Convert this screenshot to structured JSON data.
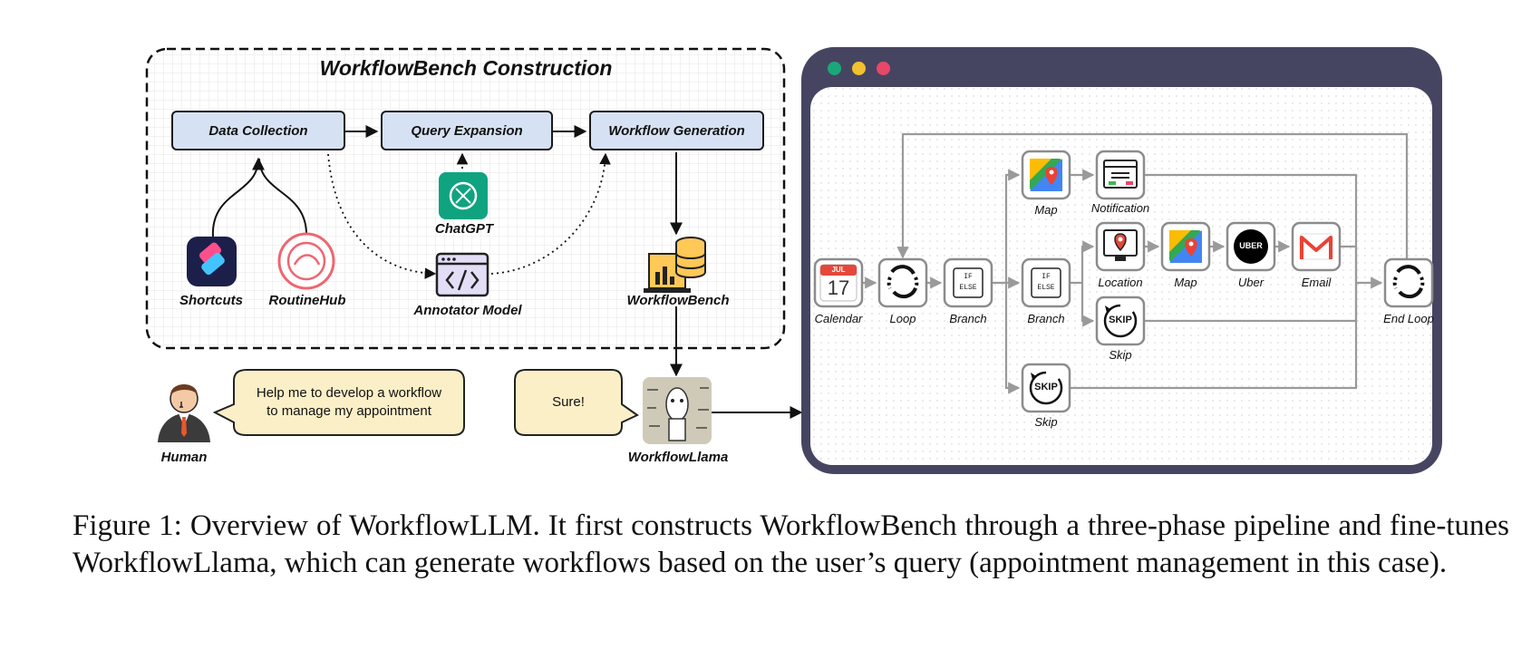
{
  "construction": {
    "title": "WorkflowBench Construction",
    "stages": [
      "Data Collection",
      "Query Expansion",
      "Workflow Generation"
    ],
    "sources": [
      {
        "label": "Shortcuts",
        "icon": "shortcuts-app-icon"
      },
      {
        "label": "RoutineHub",
        "icon": "routinehub-logo-icon"
      }
    ],
    "chatgpt_label": "ChatGPT",
    "annotator_label": "Annotator Model",
    "bench_label": "WorkflowBench"
  },
  "conversation": {
    "human_label": "Human",
    "human_message_line1": "Help me to develop a workflow",
    "human_message_line2": "to manage my appointment",
    "reply": "Sure!",
    "model_label": "WorkflowLlama"
  },
  "workflow": {
    "window_dots": [
      "#1aa87a",
      "#f2c12e",
      "#e8476a"
    ],
    "nodes": {
      "calendar": "Calendar",
      "calendar_month": "JUL",
      "calendar_day": "17",
      "loop": "Loop",
      "branch1": "Branch",
      "branch2": "Branch",
      "map1": "Map",
      "notification": "Notification",
      "location": "Location",
      "map2": "Map",
      "uber": "Uber",
      "uber_logo": "UBER",
      "email": "Email",
      "skip1": "Skip",
      "skip2": "Skip",
      "skip_logo": "SKIP",
      "end_loop": "End Loop",
      "if_else": "IF ELSE"
    }
  },
  "caption": "Figure 1: Overview of WorkflowLLM. It first constructs WorkflowBench through a three-phase pipeline and fine-tunes WorkflowLlama, which can generate workflows based on the user’s query (appointment management in this case)."
}
